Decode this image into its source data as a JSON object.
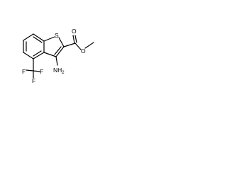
{
  "structure": {
    "atoms": {
      "sulfur": "S",
      "carbonyl_oxygen": "O",
      "ester_oxygen": "O",
      "amine_n": "NH",
      "amine_h_count": "2",
      "fluorine_top": "F",
      "fluorine_left": "F",
      "fluorine_bottom": "F"
    }
  }
}
